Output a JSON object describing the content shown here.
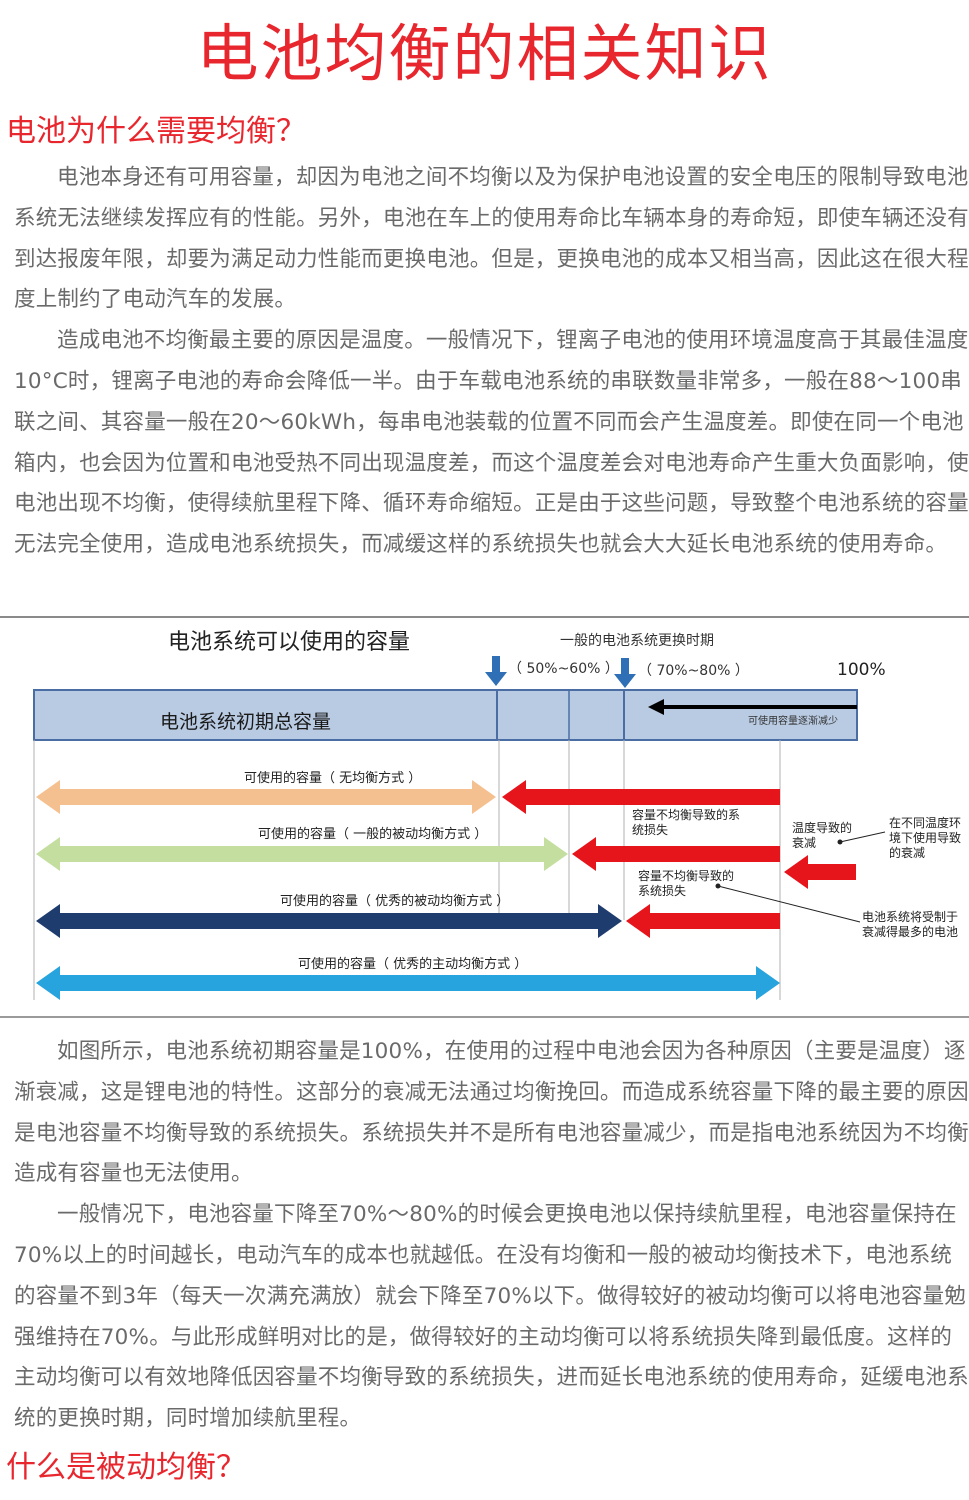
{
  "title": "电池均衡的相关知识",
  "section1": {
    "heading": "电池为什么需要均衡？",
    "paragraphs": [
      "电池本身还有可用容量，却因为电池之间不均衡以及为保护电池设置的安全电压的限制导致电池系统无法继续发挥应有的性能。另外，电池在车上的使用寿命比车辆本身的寿命短，即使车辆还没有到达报废年限，却要为满足动力性能而更换电池。但是，更换电池的成本又相当高，因此这在很大程度上制约了电动汽车的发展。",
      "造成电池不均衡最主要的原因是温度。一般情况下，锂离子电池的使用环境温度高于其最佳温度10°C时，锂离子电池的寿命会降低一半。由于车载电池系统的串联数量非常多，一般在88～100串联之间、其容量一般在20～60kWh，每串电池装载的位置不同而会产生温度差。即使在同一个电池箱内，也会因为位置和电池受热不同出现温度差，而这个温度差会对电池寿命产生重大负面影响，使电池出现不均衡，使得续航里程下降、循环寿命缩短。正是由于这些问题，导致整个电池系统的容量无法完全使用，造成电池系统损失，而减缓这样的系统损失也就会大大延长电池系统的使用寿命。"
    ]
  },
  "diagram": {
    "title": "电池系统可以使用的容量",
    "replacement_label": "一般的电池系统更换时期",
    "range_1": "（ 50%~60% ）",
    "range_2": "（ 70%~80% ）",
    "full_label": "100%",
    "initial_capacity_label": "电池系统初期总容量",
    "decrease_label": "可使用容量逐渐减少",
    "rows": [
      "可使用的容量（ 无均衡方式 ）",
      "可使用的容量（ 一般的被动均衡方式 ）",
      "可使用的容量（ 优秀的被动均衡方式 ）",
      "可使用的容量（ 优秀的主动均衡方式 ）"
    ],
    "loss_label_1": "容量不均衡导致的系统损失",
    "loss_label_2": "容量不均衡导致的系统损失",
    "temp_decay_label": "温度导致的衰减",
    "env_note": "在不同温度环境下使用导致的衰减",
    "max_decay_note": "电池系统将受制于衰减得最多的电池"
  },
  "section1b": {
    "paragraphs": [
      "如图所示，电池系统初期容量是100%，在使用的过程中电池会因为各种原因（主要是温度）逐渐衰减，这是锂电池的特性。这部分的衰减无法通过均衡挽回。而造成系统容量下降的最主要的原因是电池容量不均衡导致的系统损失。系统损失并不是所有电池容量减少，而是指电池系统因为不均衡造成有容量也无法使用。",
      "一般情况下，电池容量下降至70%～80%的时候会更换电池以保持续航里程，电池容量保持在70%以上的时间越长，电动汽车的成本也就越低。在没有均衡和一般的被动均衡技术下，电池系统的容量不到3年（每天一次满充满放）就会下降至70%以下。做得较好的被动均衡可以将电池容量勉强维持在70%。与此形成鲜明对比的是，做得较好的主动均衡可以将系统损失降到最低度。这样的主动均衡可以有效地降低因容量不均衡导致的系统损失，进而延长电池系统的使用寿命，延缓电池系统的更换时期，同时增加续航里程。"
    ]
  },
  "section2": {
    "heading": "什么是被动均衡？"
  },
  "colors": {
    "accent_red": "#e8262d",
    "arrow_orange": "#f5c08f",
    "arrow_lightgreen": "#c4dea0",
    "arrow_navy": "#1f3c6e",
    "arrow_skyblue": "#27a3dd",
    "arrow_red": "#e6141b",
    "box_fill": "#b9cbe3"
  }
}
